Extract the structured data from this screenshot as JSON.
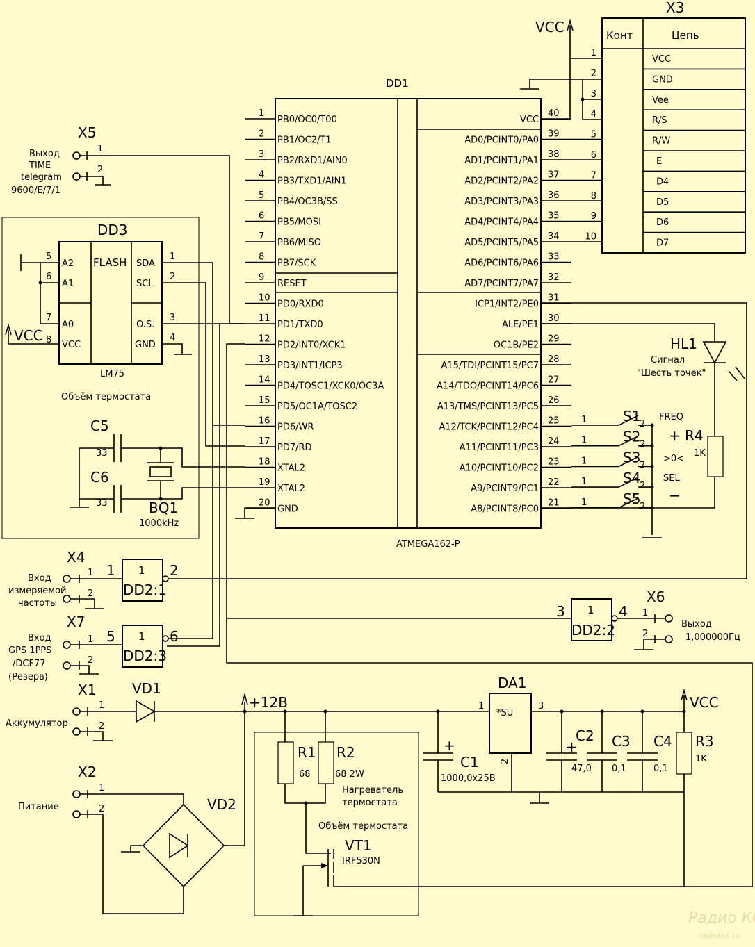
{
  "dd1": {
    "ref": "DD1",
    "part": "ATMEGA162-P",
    "left_pins": [
      {
        "num": "1",
        "name": "PB0/OC0/T00"
      },
      {
        "num": "2",
        "name": "PB1/OC2/T1"
      },
      {
        "num": "3",
        "name": "PB2/RXD1/AIN0"
      },
      {
        "num": "4",
        "name": "PB3/TXD1/AIN1"
      },
      {
        "num": "5",
        "name": "PB4/OC3B/SS"
      },
      {
        "num": "6",
        "name": "PB5/MOSI"
      },
      {
        "num": "7",
        "name": "PB6/MISO"
      },
      {
        "num": "8",
        "name": "PB7/SCK"
      },
      {
        "num": "9",
        "name": "RESET"
      },
      {
        "num": "10",
        "name": "PD0/RXD0"
      },
      {
        "num": "11",
        "name": "PD1/TXD0"
      },
      {
        "num": "12",
        "name": "PD2/INT0/XCK1"
      },
      {
        "num": "13",
        "name": "PD3/INT1/ICP3"
      },
      {
        "num": "14",
        "name": "PD4/TOSC1/XCK0/OC3A"
      },
      {
        "num": "15",
        "name": "PD5/OC1A/TOSC2"
      },
      {
        "num": "16",
        "name": "PD6/WR"
      },
      {
        "num": "17",
        "name": "PD7/RD"
      },
      {
        "num": "18",
        "name": "XTAL2"
      },
      {
        "num": "19",
        "name": "XTAL2"
      },
      {
        "num": "20",
        "name": "GND"
      }
    ],
    "right_pins": [
      {
        "num": "40",
        "name": "VCC"
      },
      {
        "num": "39",
        "name": "AD0/PCINT0/PA0"
      },
      {
        "num": "38",
        "name": "AD1/PCINT1/PA1"
      },
      {
        "num": "37",
        "name": "AD2/PCINT2/PA2"
      },
      {
        "num": "36",
        "name": "AD3/PCINT3/PA3"
      },
      {
        "num": "35",
        "name": "AD4/PCINT4/PA4"
      },
      {
        "num": "34",
        "name": "AD5/PCINT5/PA5"
      },
      {
        "num": "33",
        "name": "AD6/PCINT6/PA6"
      },
      {
        "num": "32",
        "name": "AD7/PCINT7/PA7"
      },
      {
        "num": "31",
        "name": "ICP1/INT2/PE0"
      },
      {
        "num": "30",
        "name": "ALE/PE1"
      },
      {
        "num": "29",
        "name": "OC1B/PE2"
      },
      {
        "num": "28",
        "name": "A15/TDI/PCINT15/PC7"
      },
      {
        "num": "27",
        "name": "A14/TDO/PCINT14/PC6"
      },
      {
        "num": "26",
        "name": "A13/TMS/PCINT13/PC5"
      },
      {
        "num": "25",
        "name": "A12/TCK/PCINT12/PC4"
      },
      {
        "num": "24",
        "name": "A11/PCINT11/PC3"
      },
      {
        "num": "23",
        "name": "A10/PCINT10/PC2"
      },
      {
        "num": "22",
        "name": "A9/PCINT9/PC1"
      },
      {
        "num": "21",
        "name": "A8/PCINT8/PC0"
      }
    ]
  },
  "x3": {
    "ref": "X3",
    "col_pin": "Конт",
    "col_net": "Цепь",
    "rows": [
      {
        "num": "1",
        "net": "VCC"
      },
      {
        "num": "2",
        "net": "GND"
      },
      {
        "num": "3",
        "net": "Vee"
      },
      {
        "num": "4",
        "net": "R/S"
      },
      {
        "num": "5",
        "net": "R/W"
      },
      {
        "num": "6",
        "net": "E"
      },
      {
        "num": "7",
        "net": "D4"
      },
      {
        "num": "8",
        "net": "D5"
      },
      {
        "num": "9",
        "net": "D6"
      },
      {
        "num": "10",
        "net": "D7"
      }
    ]
  },
  "vcc_label": "VCC",
  "dd3": {
    "ref": "DD3",
    "part": "LM75",
    "center": "FLASH",
    "pins_left": [
      {
        "num": "5",
        "name": "A2"
      },
      {
        "num": "6",
        "name": "A1"
      },
      {
        "num": "7",
        "name": "A0"
      },
      {
        "num": "8",
        "name": "VCC"
      }
    ],
    "pins_right": [
      {
        "num": "1",
        "name": "SDA"
      },
      {
        "num": "2",
        "name": "SCL"
      },
      {
        "num": "3",
        "name": "O.S."
      },
      {
        "num": "4",
        "name": "GND"
      }
    ],
    "vcc": "VCC",
    "volume": "Объём термостата"
  },
  "x5": {
    "ref": "X5",
    "l1": "Выход",
    "l2": "TIME",
    "l3": "telegram",
    "l4": "9600/E/7/1",
    "p1": "1",
    "p2": "2"
  },
  "c5": {
    "ref": "C5",
    "val": "33"
  },
  "c6": {
    "ref": "C6",
    "val": "33"
  },
  "bq1": {
    "ref": "BQ1",
    "val": "1000kHz"
  },
  "dd2": {
    "g1": {
      "ref": "DD2:1",
      "sym": "1",
      "in": "1",
      "out": "2"
    },
    "g2": {
      "ref": "DD2:2",
      "sym": "1",
      "in": "3",
      "out": "4"
    },
    "g3": {
      "ref": "DD2:3",
      "sym": "1",
      "in": "5",
      "out": "6"
    }
  },
  "x4": {
    "ref": "X4",
    "l1": "Вход",
    "l2": "измеряемой",
    "l3": "частоты",
    "p1": "1",
    "p2": "2"
  },
  "x7": {
    "ref": "X7",
    "l1": "Вход",
    "l2": "GPS 1PPS",
    "l3": "/DCF77",
    "l4": "(Резерв)",
    "p1": "1",
    "p2": "2"
  },
  "x6": {
    "ref": "X6",
    "l1": "Выход",
    "l2": "1,000000Гц",
    "p1": "1",
    "p2": "2"
  },
  "hl1": {
    "ref": "HL1",
    "l1": "Сигнал",
    "l2": "\"Шесть точек\""
  },
  "switches": {
    "s1": "S1",
    "s2": "S2",
    "s3": "S3",
    "s4": "S4",
    "s5": "S5",
    "sub": "2",
    "p": "1",
    "freq": "FREQ",
    "plus": "+",
    "gt0": ">0<",
    "sel": "SEL",
    "minus": "−"
  },
  "r4": {
    "ref": "R4",
    "val": "1K"
  },
  "x1": {
    "ref": "X1",
    "l1": "Аккумулятор",
    "p1": "1",
    "p2": "2"
  },
  "x2": {
    "ref": "X2",
    "l1": "Питание",
    "p1": "1",
    "p2": "2"
  },
  "vd1": {
    "ref": "VD1"
  },
  "vd2": {
    "ref": "VD2"
  },
  "plus12": "+12B",
  "da1": {
    "ref": "DA1",
    "part": "*SU",
    "p1": "1",
    "p2": "2",
    "p3": "3"
  },
  "c1": {
    "ref": "C1",
    "val": "1000,0x25B",
    "plus": "+"
  },
  "c2": {
    "ref": "C2",
    "val": "47,0",
    "plus": "+"
  },
  "c3": {
    "ref": "C3",
    "val": "0,1"
  },
  "c4": {
    "ref": "C4",
    "val": "0,1"
  },
  "r3": {
    "ref": "R3",
    "val": "1K"
  },
  "r1": {
    "ref": "R1",
    "val": "68"
  },
  "r2": {
    "ref": "R2",
    "val": "68 2W"
  },
  "heater": {
    "l1": "Нагреватель",
    "l2": "термостата",
    "volume": "Объём термостата"
  },
  "vt1": {
    "ref": "VT1",
    "part": "IRF530N"
  },
  "watermark": {
    "l1": "Радио КОТ",
    "l2": "radiokot.ru"
  }
}
